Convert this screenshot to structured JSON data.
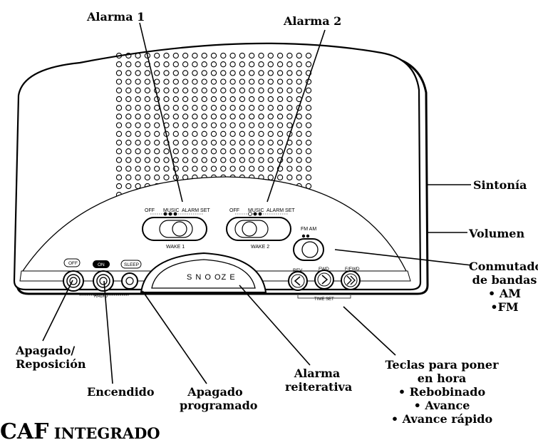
{
  "labels": {
    "alarma1": "Alarma 1",
    "alarma2": "Alarma 2",
    "sintonia": "Sintonía",
    "volumen": "Volumen",
    "conmutador": [
      "Conmutador",
      "de bandas",
      "• AM",
      "•FM"
    ],
    "apagado_reposicion": [
      "Apagado/",
      "Reposición"
    ],
    "encendido": "Encendido",
    "apagado_programado": [
      "Apagado",
      "programado"
    ],
    "alarma_reiterativa": [
      "Alarma",
      "reiterativa"
    ],
    "teclas": [
      "Teclas para poner",
      "en hora",
      "• Rebobinado",
      "• Avance",
      "• Avance rápido"
    ]
  },
  "device": {
    "slider_positions": [
      "OFF",
      "MUSIC",
      "ALARM SET"
    ],
    "wake1": "WAKE 1",
    "wake2": "WAKE 2",
    "band_switch": "FM  AM",
    "off_btn": "OFF",
    "on_btn": "ON",
    "sleep_btn": "SLEEP",
    "radio": "RADIO",
    "snooze": "S N O OZ E",
    "rev": "REV",
    "fwd": "FWD",
    "ffwd": "F/FWD",
    "time_set": "TIME SET"
  },
  "title": {
    "big": "CAF",
    "small": " INTEGRADO"
  }
}
